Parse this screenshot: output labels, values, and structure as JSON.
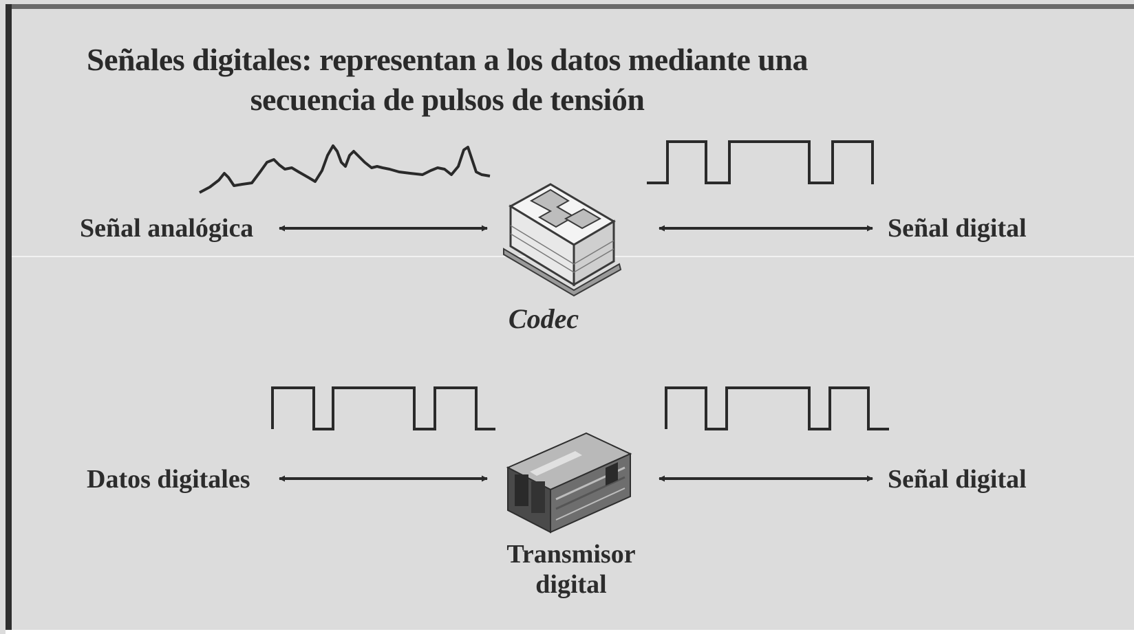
{
  "title": {
    "line1": "Señales digitales: representan a los datos mediante una",
    "line2": "secuencia de pulsos de tensión"
  },
  "row1": {
    "left_label": "Señal analógica",
    "right_label": "Señal digital",
    "device_caption": "Codec",
    "device_icon": "codec-chip-icon"
  },
  "row2": {
    "left_label": "Datos digitales",
    "right_label": "Señal digital",
    "device_caption_line1": "Transmisor",
    "device_caption_line2": "digital",
    "device_icon": "transmitter-device-icon"
  },
  "colors": {
    "background": "#dcdcdc",
    "ink": "#2c2c2c",
    "border": "#2e2e2e"
  }
}
